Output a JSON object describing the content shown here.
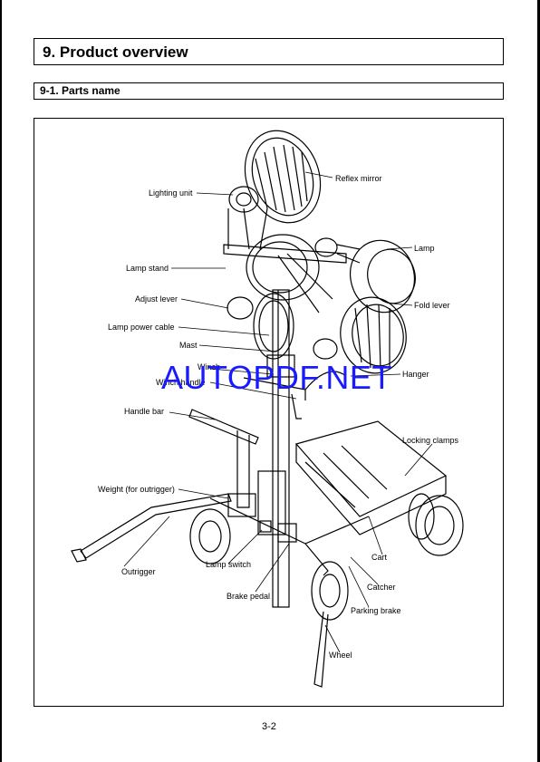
{
  "header": {
    "title": "9. Product overview",
    "subtitle": "9-1. Parts name"
  },
  "diagram": {
    "labels": {
      "reflex_mirror": "Reflex mirror",
      "lighting_unit": "Lighting unit",
      "lamp": "Lamp",
      "lamp_stand": "Lamp stand",
      "adjust_lever": "Adjust lever",
      "fold_lever": "Fold lever",
      "lamp_power_cable": "Lamp power cable",
      "mast": "Mast",
      "winch": "Winch",
      "winch_handle": "Winch handle",
      "hanger": "Hanger",
      "handle_bar": "Handle bar",
      "locking_clamps": "Locking clamps",
      "weight_outrigger": "Weight (for outrigger)",
      "outrigger": "Outrigger",
      "lamp_switch": "Lamp switch",
      "cart": "Cart",
      "brake_pedal": "Brake pedal",
      "catcher": "Catcher",
      "parking_brake": "Parking brake",
      "wheel": "Wheel"
    }
  },
  "watermark": "AUTOPDF.NET",
  "footer": {
    "page_number": "3-2"
  }
}
